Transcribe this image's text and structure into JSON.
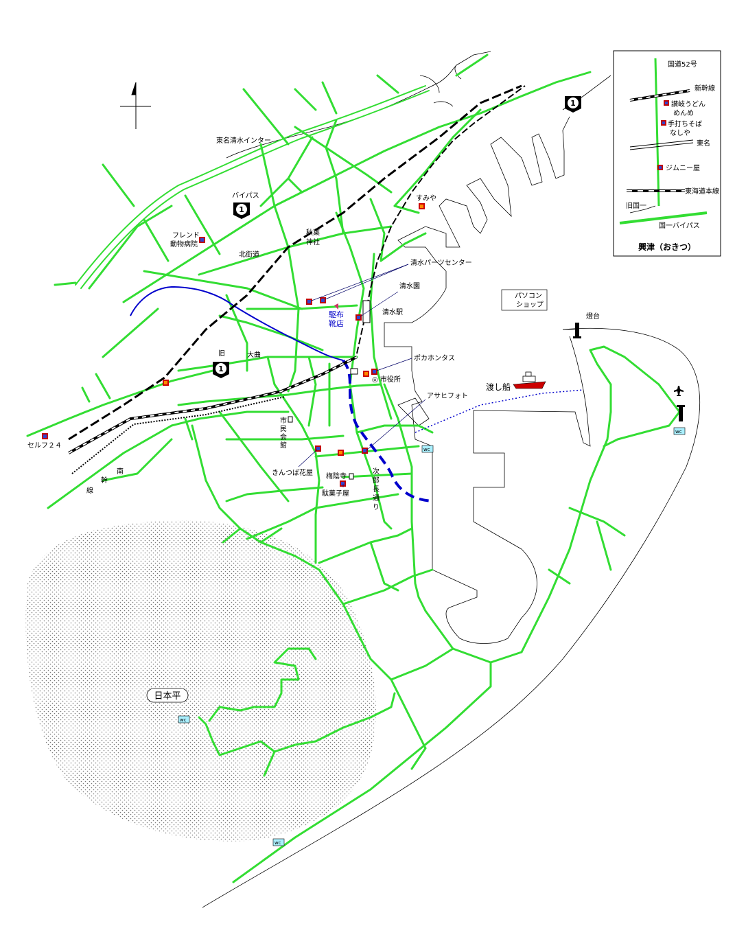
{
  "map": {
    "area_name": "日本平",
    "labels": {
      "interchange": "東名清水インター",
      "bypass": "バイパス",
      "old": "旧",
      "omagari": "大曲",
      "kita_kaido": "北街道",
      "akiba": "秋葉",
      "jinja": "神社",
      "friend_1": "フレンド",
      "friend_2": "動物病院",
      "sumiya": "すみや",
      "parts_center": "清水パーツセンター",
      "shimizuen": "清水園",
      "shimizu_eki": "清水駅",
      "kofu": "駆布",
      "kofu2": "靴店",
      "pocahontas": "ポカホンタス",
      "shiyakusho": "◎ 市役所",
      "asahi": "アサヒフォト",
      "watashibune": "渡し船",
      "pc_1": "パソコン",
      "pc_2": "ショップ",
      "todai": "燈台",
      "self24": "セルフ２４",
      "nankansen": [
        "南",
        "幹",
        "線"
      ],
      "shimin": [
        "市",
        "民",
        "会",
        "館"
      ],
      "kintsuba": "きんつば花屋",
      "baiinji": "梅陰寺",
      "dagashi": "駄菓子屋",
      "jirocho": [
        "次",
        "郎",
        "長",
        "通",
        "り"
      ],
      "wc": "wc"
    },
    "route_number": "1"
  },
  "inset": {
    "title": "興津（おきつ）",
    "kokudo52": "国道52号",
    "shinkansen": "新幹線",
    "sanuki_1": "讃岐うどん",
    "sanuki_2": "めんめ",
    "teuchi_1": "手打ちそば",
    "teuchi_2": "なしや",
    "tomei": "東名",
    "jimny": "ジムニー屋",
    "tokaido": "東海道本線",
    "kyukoku1": "旧国一",
    "bypass": "国一バイパス"
  },
  "colors": {
    "road": "#33dd33",
    "river": "#0000cc",
    "shop": "#3344cc",
    "spot": "#ff8800",
    "wc": "#aaf0ff"
  }
}
